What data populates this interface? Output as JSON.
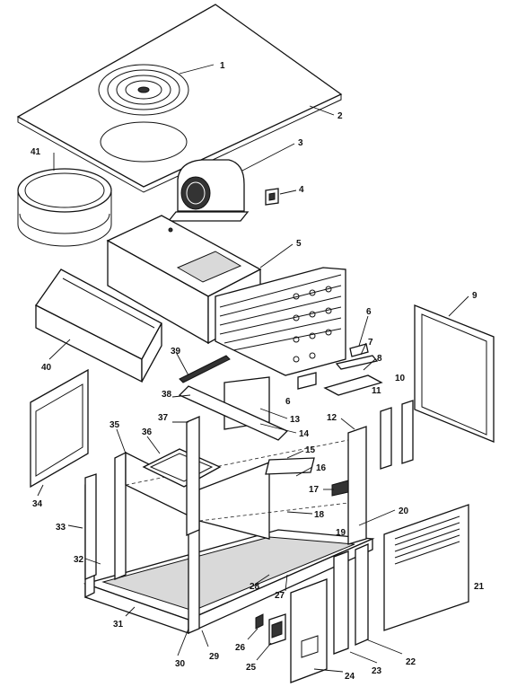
{
  "callouts": [
    "1",
    "2",
    "3",
    "4",
    "5",
    "6",
    "6",
    "7",
    "8",
    "9",
    "10",
    "11",
    "12",
    "13",
    "14",
    "15",
    "16",
    "17",
    "18",
    "19",
    "20",
    "21",
    "22",
    "23",
    "24",
    "25",
    "26",
    "27",
    "28",
    "29",
    "30",
    "31",
    "32",
    "33",
    "34",
    "35",
    "36",
    "37",
    "38",
    "39",
    "40",
    "41"
  ]
}
